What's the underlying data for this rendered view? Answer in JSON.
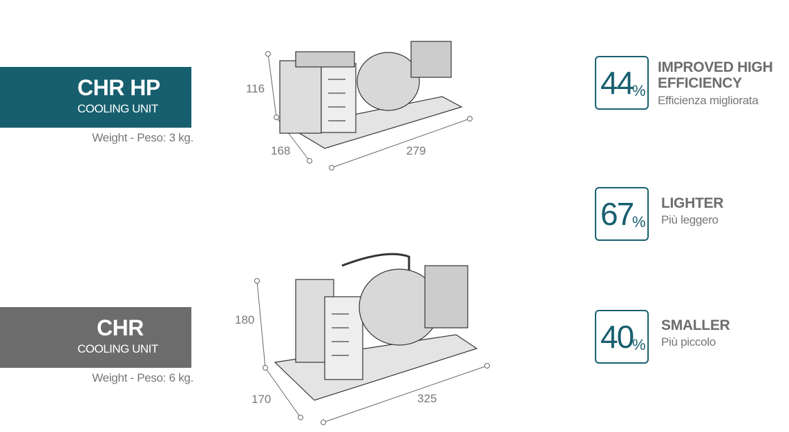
{
  "products": [
    {
      "name": "CHR HP",
      "subtitle": "COOLING UNIT",
      "weight": "Weight - Peso: 3 kg.",
      "dims": {
        "height": "116",
        "depth": "168",
        "width": "279"
      }
    },
    {
      "name": "CHR",
      "subtitle": "COOLING UNIT",
      "weight": "Weight - Peso: 6 kg.",
      "dims": {
        "height": "180",
        "depth": "170",
        "width": "325"
      }
    }
  ],
  "stats": [
    {
      "value": "44",
      "unit": "%",
      "title": "IMPROVED HIGH EFFICIENCY",
      "subtitle": "Efficienza migliorata"
    },
    {
      "value": "67",
      "unit": "%",
      "title": "LIGHTER",
      "subtitle": "Più leggero"
    },
    {
      "value": "40",
      "unit": "%",
      "title": "SMALLER",
      "subtitle": "Più piccolo"
    }
  ],
  "colors": {
    "teal": "#175f6f",
    "gray": "#6d6c6c"
  }
}
